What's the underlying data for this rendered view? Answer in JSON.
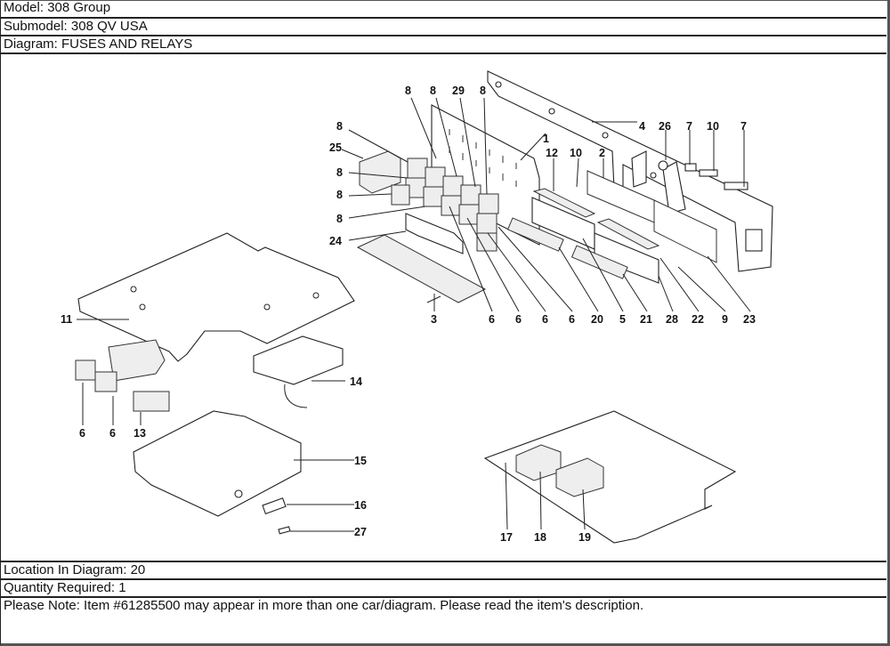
{
  "header": {
    "model": "Model: 308 Group",
    "submodel": "Submodel: 308 QV USA",
    "diagram": "Diagram: FUSES AND RELAYS"
  },
  "footer": {
    "location": "Location In Diagram: 20",
    "quantity": "Quantity Required: 1",
    "note": "Please Note: Item #61285500 may appear in more than one car/diagram. Please read the item's description."
  },
  "diagram": {
    "title": "Fuses and relays exploded parts diagram",
    "callouts": {
      "c8a": "8",
      "c8b": "8",
      "c29": "29",
      "c8c": "8",
      "c8d": "8",
      "c25": "25",
      "c8e": "8",
      "c8f": "8",
      "c8g": "8",
      "c24": "24",
      "c3": "3",
      "c6a": "6",
      "c6b": "6",
      "c6c": "6",
      "c6d": "6",
      "c1": "1",
      "c12": "12",
      "c10a": "10",
      "c2": "2",
      "c4": "4",
      "c26": "26",
      "c7a": "7",
      "c10b": "10",
      "c7b": "7",
      "c20": "20",
      "c5": "5",
      "c21": "21",
      "c28": "28",
      "c22": "22",
      "c9": "9",
      "c23": "23",
      "c11": "11",
      "c14": "14",
      "c6e": "6",
      "c6f": "6",
      "c13": "13",
      "c15": "15",
      "c16": "16",
      "c27": "27",
      "c17": "17",
      "c18": "18",
      "c19": "19"
    }
  }
}
